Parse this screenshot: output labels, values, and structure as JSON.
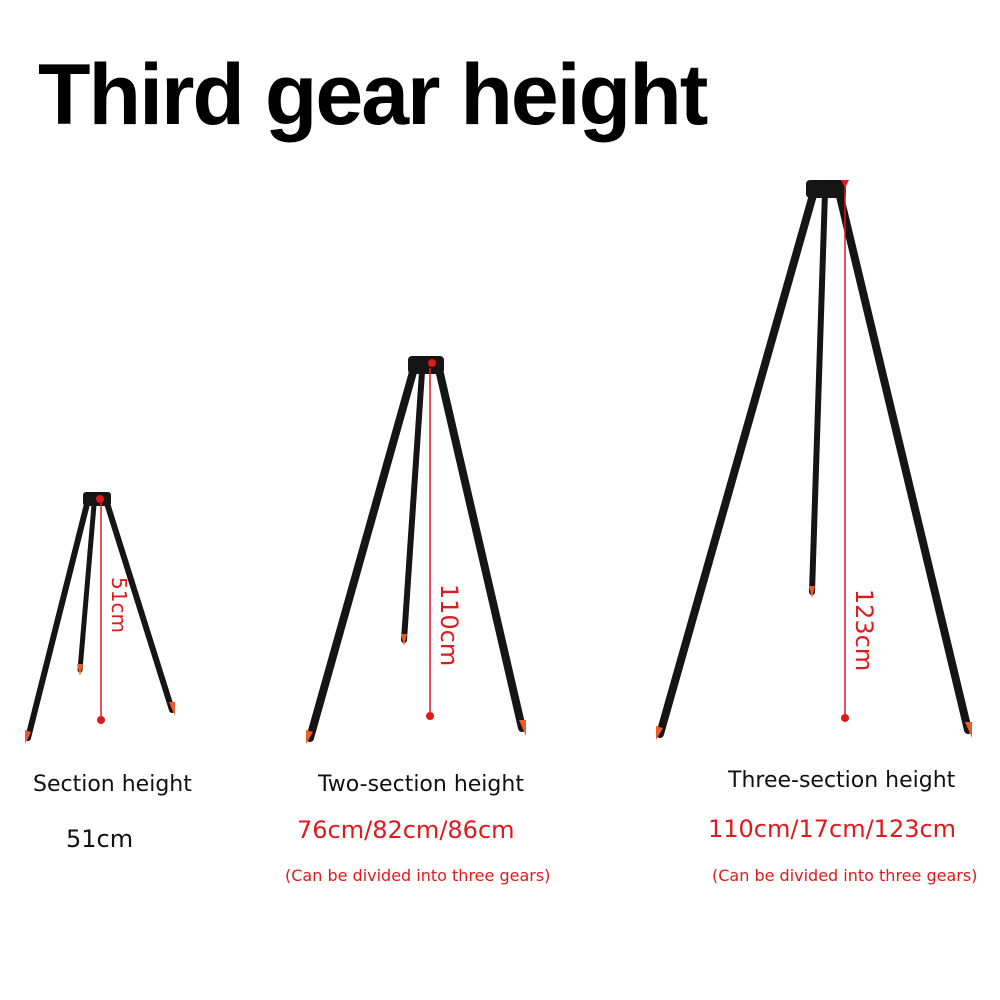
{
  "page_title": "Third gear height",
  "colors": {
    "measure_red": "#e0191b",
    "leg_black": "#151515",
    "tip_orange": "#f05a28"
  },
  "tripods": [
    {
      "section_label": "Section height",
      "sizes_label": "51cm",
      "note": "",
      "measure_label": "51cm"
    },
    {
      "section_label": "Two-section height",
      "sizes_label": "76cm/82cm/86cm",
      "note": "(Can be divided into three gears)",
      "measure_label": "110cm"
    },
    {
      "section_label": "Three-section height",
      "sizes_label": "110cm/17cm/123cm",
      "note": "(Can be divided into three gears)",
      "measure_label": "123cm"
    }
  ]
}
